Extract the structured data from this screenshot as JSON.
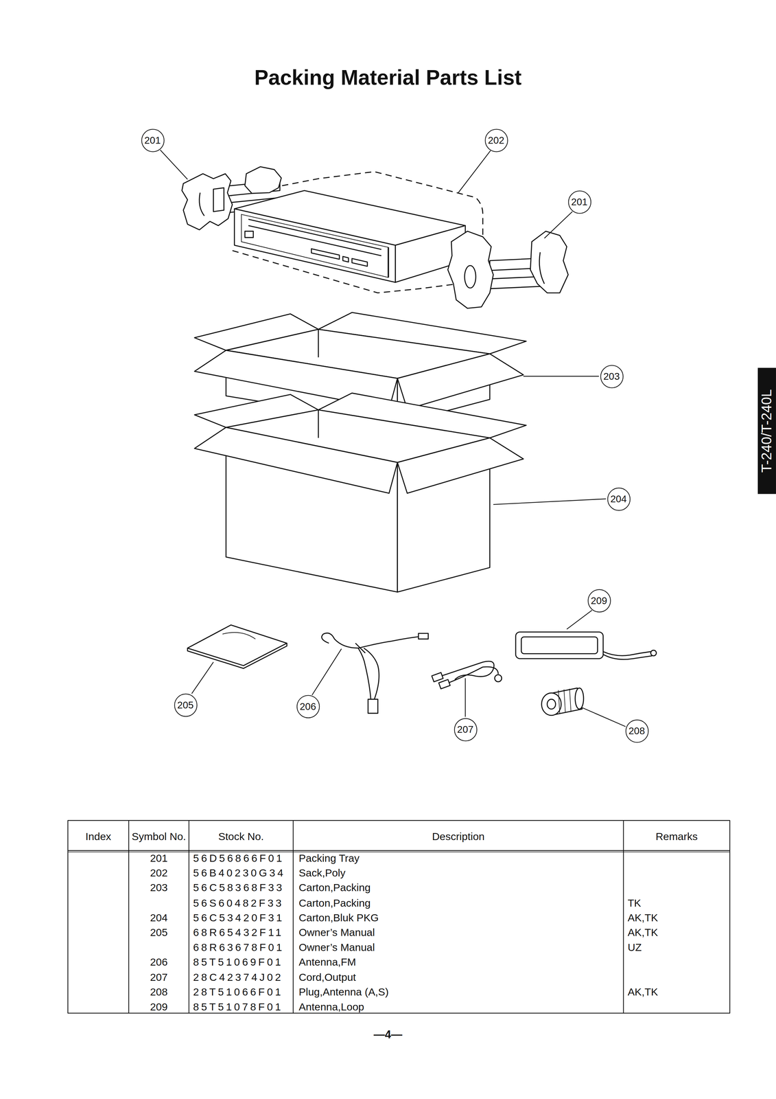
{
  "diagram": {
    "title": "Packing Material Parts List",
    "nodes": [
      {
        "text": [
          "201"
        ]
      },
      {
        "text": [
          "202"
        ]
      },
      {
        "text": [
          "201"
        ]
      },
      {
        "text": [
          "203"
        ]
      },
      {
        "text": [
          "204"
        ]
      },
      {
        "text": [
          "T-240/T-240L"
        ]
      },
      {
        "text": [
          "209"
        ]
      },
      {
        "text": [
          "205"
        ]
      },
      {
        "text": [
          "206"
        ]
      },
      {
        "text": [
          "207"
        ]
      },
      {
        "text": [
          "208"
        ]
      }
    ],
    "labels": [
      "Index",
      "Symbol No.",
      "Stock No.",
      "Description",
      "Remarks",
      "201",
      "56D56866F01",
      "Packing Tray",
      "202",
      "56B40230G34",
      "Sack,Poly",
      "203",
      "56C58368F33",
      "Carton,Packing",
      "56S60482F33",
      "Carton,Packing",
      "TK",
      "204",
      "56C53420F31",
      "Carton,Bluk PKG",
      "AK,TK",
      "205",
      "68R65432F11",
      "Owner’s Manual",
      "AK,TK",
      "68R63678F01",
      "Owner’s Manual",
      "UZ",
      "206",
      "85T51069F01",
      "Antenna,FM",
      "207",
      "28C42374J02",
      "Cord,Output",
      "208",
      "28T51066F01",
      "Plug,Antenna (A,S)",
      "AK,TK",
      "209",
      "85T51078F01",
      "Antenna,Loop",
      "—4—"
    ]
  }
}
